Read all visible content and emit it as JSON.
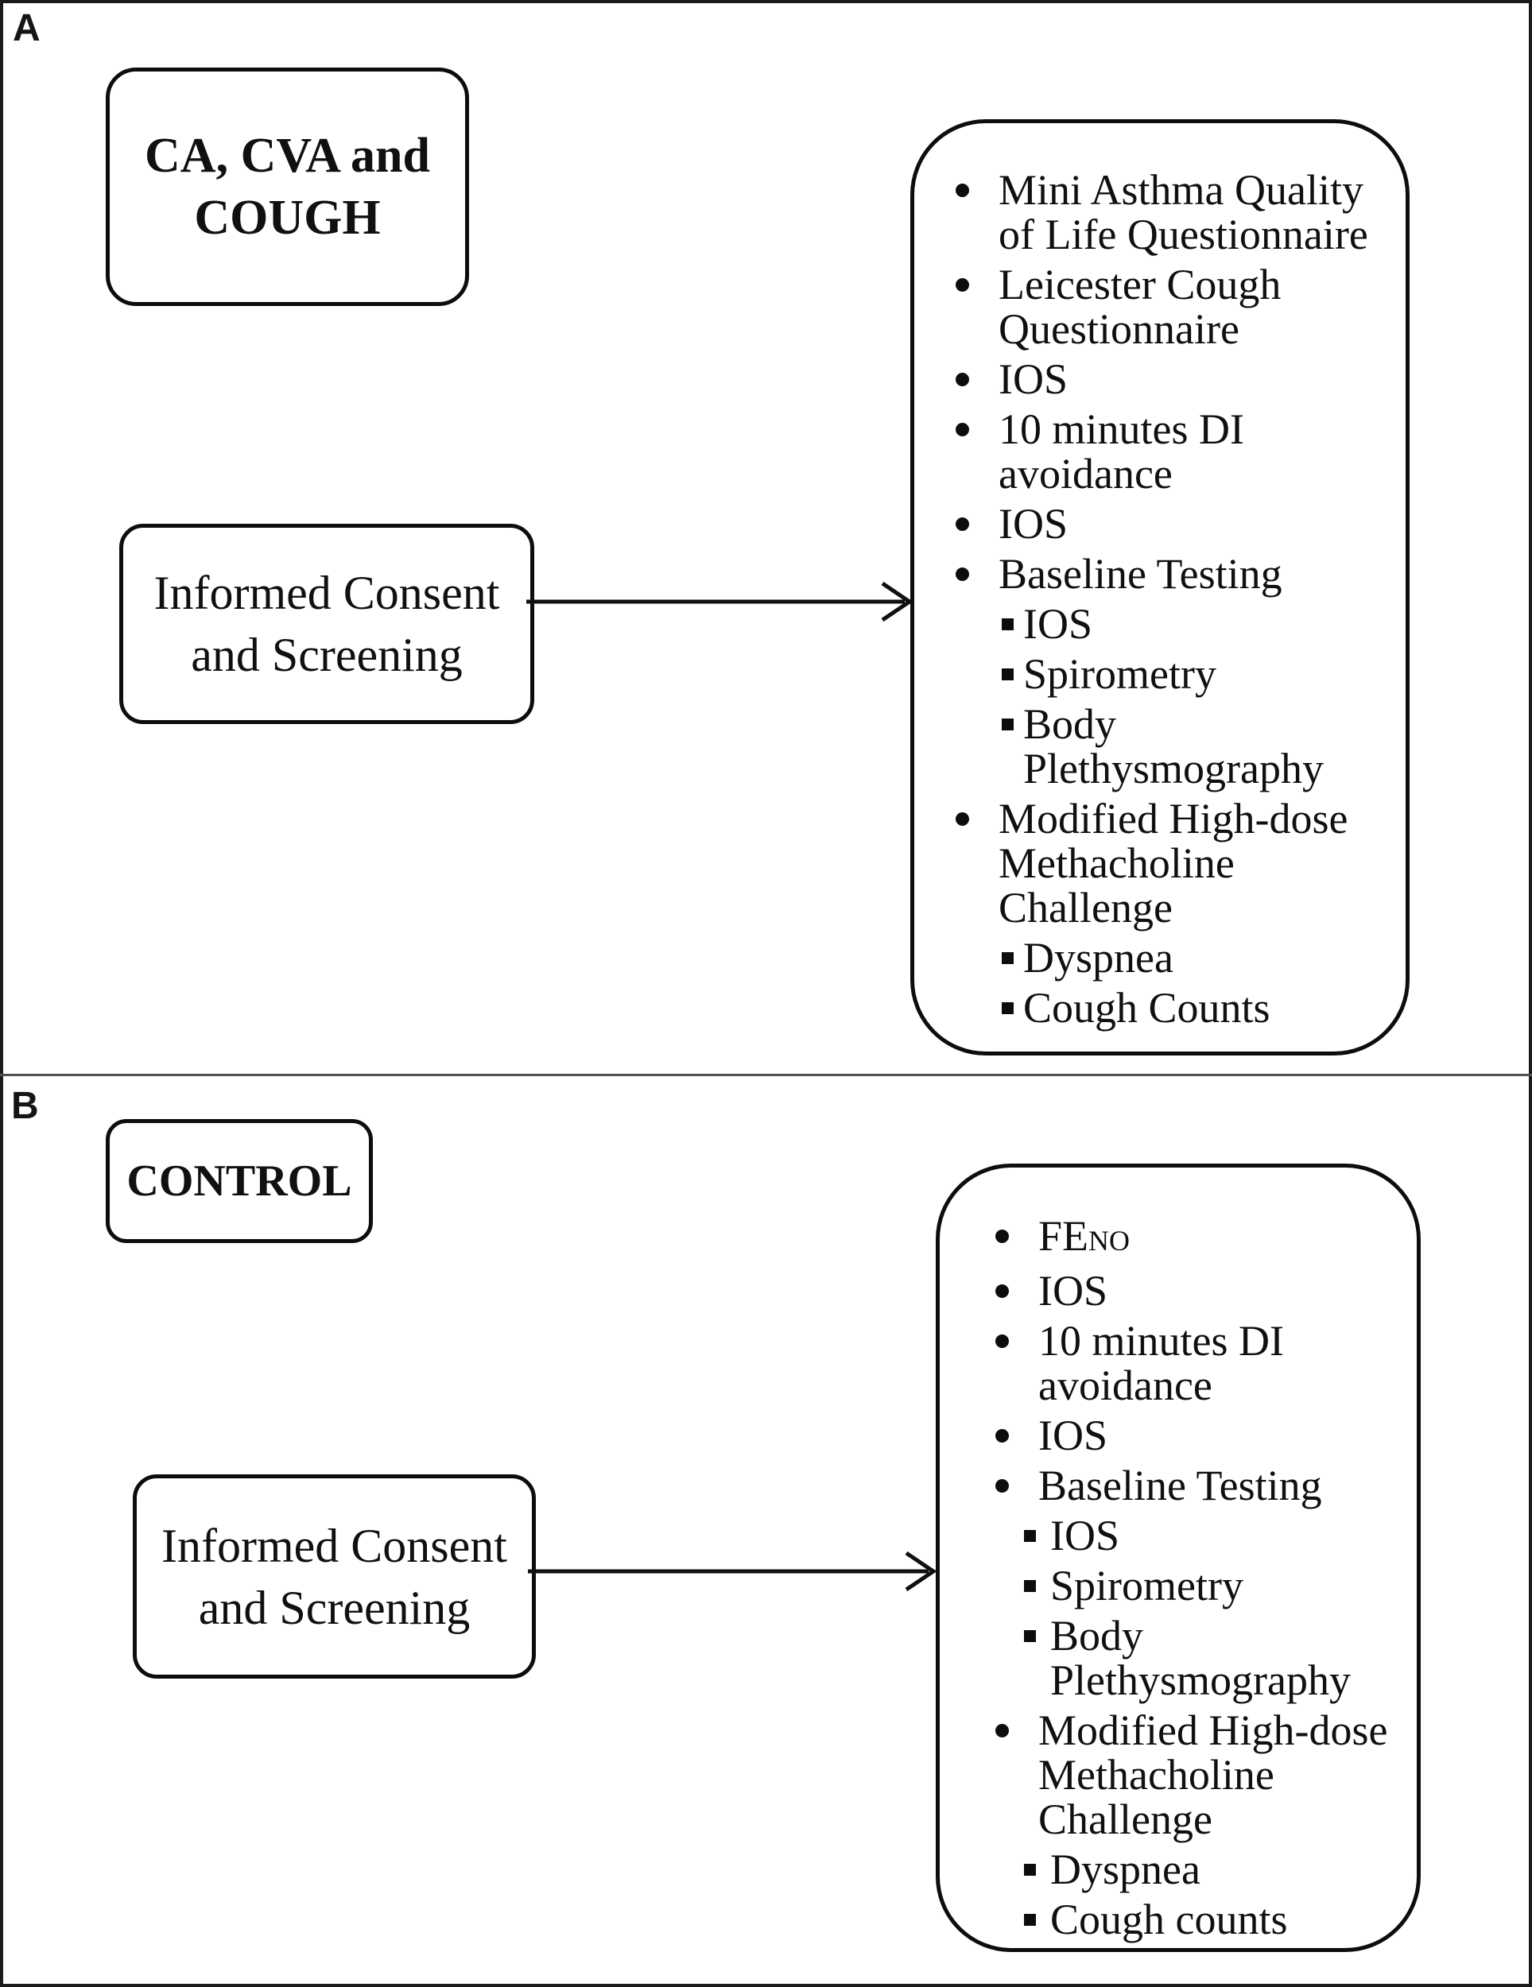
{
  "colors": {
    "ink": "#101010",
    "frame": "#1a1a1a",
    "divider": "#4f4f4f",
    "background": "#ffffff"
  },
  "icons": {
    "bullet": "filled-circle",
    "sub_bullet": "filled-square",
    "flow_arrow": "right-arrow"
  },
  "panels": [
    {
      "label": "A",
      "group_box": {
        "lines": [
          "CA, CVA and",
          "COUGH"
        ]
      },
      "consent_box": {
        "lines": [
          "Informed Consent",
          "and Screening"
        ]
      },
      "items": [
        {
          "type": "bullet",
          "lines": [
            "Mini Asthma Quality",
            "of Life Questionnaire"
          ]
        },
        {
          "type": "bullet",
          "lines": [
            "Leicester Cough",
            "Questionnaire"
          ]
        },
        {
          "type": "bullet",
          "lines": [
            "IOS"
          ]
        },
        {
          "type": "bullet",
          "lines": [
            "10 minutes DI",
            "avoidance"
          ]
        },
        {
          "type": "bullet",
          "lines": [
            "IOS"
          ]
        },
        {
          "type": "bullet",
          "lines": [
            "Baseline Testing"
          ]
        },
        {
          "type": "sub",
          "lines": [
            "IOS"
          ]
        },
        {
          "type": "sub",
          "lines": [
            "Spirometry"
          ]
        },
        {
          "type": "sub",
          "lines": [
            "Body",
            "Plethysmography"
          ]
        },
        {
          "type": "bullet",
          "lines": [
            "Modified High-dose",
            "Methacholine",
            "Challenge"
          ]
        },
        {
          "type": "sub",
          "lines": [
            "Dyspnea"
          ]
        },
        {
          "type": "sub",
          "lines": [
            "Cough Counts"
          ]
        }
      ]
    },
    {
      "label": "B",
      "group_box": {
        "lines": [
          "CONTROL"
        ]
      },
      "consent_box": {
        "lines": [
          "Informed Consent",
          "and Screening"
        ]
      },
      "items": [
        {
          "type": "bullet",
          "rich": {
            "main": "FE",
            "subscript": "NO"
          }
        },
        {
          "type": "bullet",
          "lines": [
            "IOS"
          ]
        },
        {
          "type": "bullet",
          "lines": [
            "10 minutes DI",
            "avoidance"
          ]
        },
        {
          "type": "bullet",
          "lines": [
            "IOS"
          ]
        },
        {
          "type": "bullet",
          "lines": [
            "Baseline Testing"
          ]
        },
        {
          "type": "sub",
          "lines": [
            "IOS"
          ]
        },
        {
          "type": "sub",
          "lines": [
            "Spirometry"
          ]
        },
        {
          "type": "sub",
          "lines": [
            "Body",
            "Plethysmography"
          ]
        },
        {
          "type": "bullet",
          "lines": [
            "Modified High-dose",
            "Methacholine",
            "Challenge"
          ]
        },
        {
          "type": "sub",
          "lines": [
            "Dyspnea"
          ]
        },
        {
          "type": "sub",
          "lines": [
            "Cough counts"
          ]
        }
      ]
    }
  ]
}
